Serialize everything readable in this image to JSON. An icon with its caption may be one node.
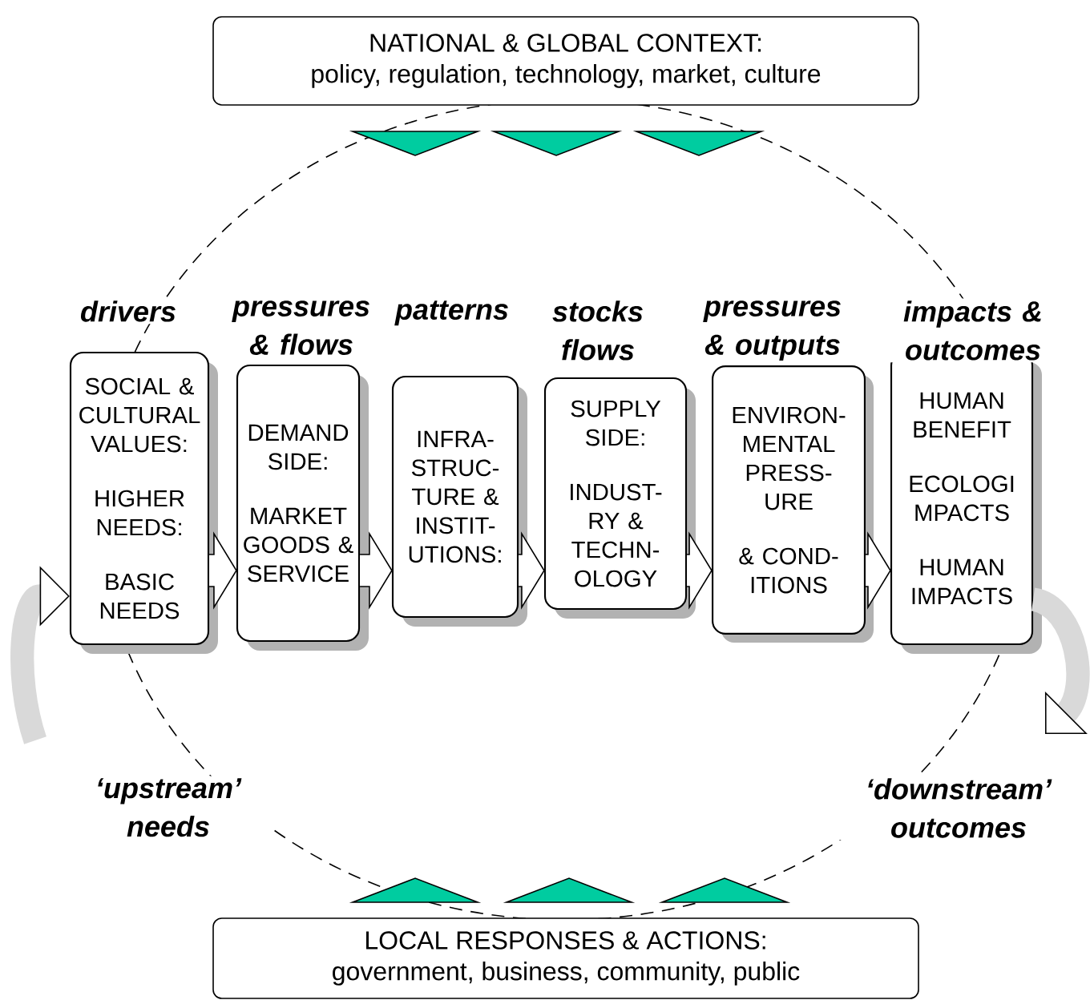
{
  "diagram": {
    "nodes": [
      {
        "text": [
          "NATIONAL & GLOBAL CONTEXT:",
          "policy, regulation, technology, market, culture"
        ]
      },
      {
        "text": [
          "SOCIAL & CULTURAL VALUES:",
          "HIGHER NEEDS:",
          "BASIC NEEDS"
        ]
      },
      {
        "text": [
          "DEMAND SIDE:",
          "MARKET GOODS & SERVICE"
        ]
      },
      {
        "text": [
          "INFRA- STRUC- TURE & INSTIT- UTIONS:"
        ]
      },
      {
        "text": [
          "SUPPLY SIDE:",
          "INDUST- RY & TECHN- OLOGY"
        ]
      },
      {
        "text": [
          "ENVIRON- MENTAL PRESS- URE",
          "& COND- ITIONS"
        ]
      },
      {
        "text": [
          "HUMAN BENEFIT",
          "ECOLOGI MPACTS",
          "HUMAN IMPACTS"
        ]
      },
      {
        "text": [
          "LOCAL RESPONSES & ACTIONS:",
          "government, business, community, public"
        ]
      }
    ],
    "edges": [
      {
        "from": 1,
        "to": 2,
        "arrow": "to"
      },
      {
        "from": 2,
        "to": 3,
        "arrow": "to"
      },
      {
        "from": 3,
        "to": 4,
        "arrow": "to"
      },
      {
        "from": 4,
        "to": 5,
        "arrow": "to"
      },
      {
        "from": 5,
        "to": 6,
        "arrow": "to"
      },
      {
        "from": null,
        "to": 1,
        "arrow": "to"
      },
      {
        "from": 6,
        "to": null,
        "arrow": "to"
      }
    ],
    "labels": [
      "drivers",
      "pressures & flows",
      "patterns",
      "stocks flows",
      "pressures & outputs",
      "impacts & outcomes",
      "‘upstream’ needs",
      "‘downstream’ outcomes"
    ]
  }
}
